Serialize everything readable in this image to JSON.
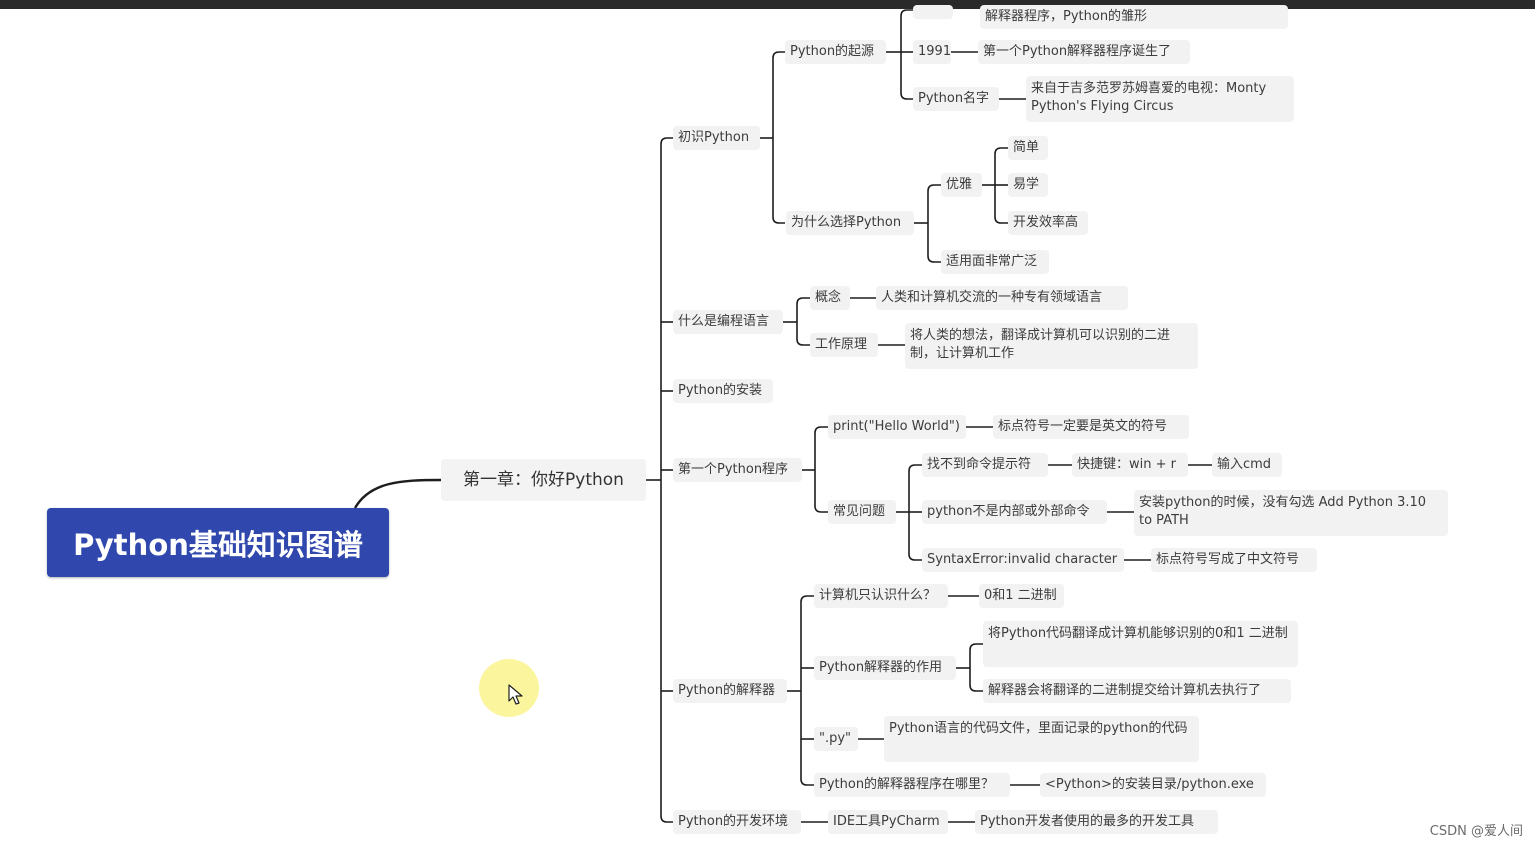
{
  "root": {
    "label": "Python基础知识图谱"
  },
  "chapter": {
    "label": "第一章：你好Python"
  },
  "watermark": "CSDN @爱人间",
  "colors": {
    "root_fill": "#3048ad",
    "node_fill": "#f2f2f2",
    "line": "#1e1e1e",
    "cursor_halo": "#faf48c"
  },
  "nodes": [
    {
      "id": "n-intro",
      "label": "初识Python"
    },
    {
      "id": "n-origin",
      "label": "Python的起源"
    },
    {
      "id": "n-year-top",
      "label": ""
    },
    {
      "id": "n-origin-top",
      "label": "解释器程序，Python的雏形"
    },
    {
      "id": "n-1991",
      "label": "1991"
    },
    {
      "id": "n-1991-desc",
      "label": "第一个Python解释器程序诞生了"
    },
    {
      "id": "n-name",
      "label": "Python名字"
    },
    {
      "id": "n-name-desc",
      "label": "来自于吉多范罗苏姆喜爱的电视：Monty Python's Flying Circus"
    },
    {
      "id": "n-why",
      "label": "为什么选择Python"
    },
    {
      "id": "n-elegant",
      "label": "优雅"
    },
    {
      "id": "n-simple",
      "label": "简单"
    },
    {
      "id": "n-easy",
      "label": "易学"
    },
    {
      "id": "n-efficient",
      "label": "开发效率高"
    },
    {
      "id": "n-wide",
      "label": "适用面非常广泛"
    },
    {
      "id": "n-whatlang",
      "label": "什么是编程语言"
    },
    {
      "id": "n-concept",
      "label": "概念"
    },
    {
      "id": "n-concept-desc",
      "label": "人类和计算机交流的一种专有领域语言"
    },
    {
      "id": "n-principle",
      "label": "工作原理"
    },
    {
      "id": "n-principle-desc",
      "label": "将人类的想法，翻译成计算机可以识别的二进制，让计算机工作"
    },
    {
      "id": "n-install",
      "label": "Python的安装"
    },
    {
      "id": "n-first",
      "label": "第一个Python程序"
    },
    {
      "id": "n-print",
      "label": "print(\"Hello World\")"
    },
    {
      "id": "n-print-desc",
      "label": "标点符号一定要是英文的符号"
    },
    {
      "id": "n-faq",
      "label": "常见问题"
    },
    {
      "id": "n-notfound",
      "label": "找不到命令提示符"
    },
    {
      "id": "n-shortcut",
      "label": "快捷键：win + r"
    },
    {
      "id": "n-cmd",
      "label": "输入cmd"
    },
    {
      "id": "n-notcmd",
      "label": "python不是内部或外部命令"
    },
    {
      "id": "n-notcmd-desc",
      "label": "安装python的时候，没有勾选 Add Python 3.10 to PATH"
    },
    {
      "id": "n-syntax",
      "label": "SyntaxError:invalid character"
    },
    {
      "id": "n-syntax-desc",
      "label": "标点符号写成了中文符号"
    },
    {
      "id": "n-interp",
      "label": "Python的解释器"
    },
    {
      "id": "n-binary-q",
      "label": "计算机只认识什么？"
    },
    {
      "id": "n-binary-a",
      "label": "0和1 二进制"
    },
    {
      "id": "n-interp-role",
      "label": "Python解释器的作用"
    },
    {
      "id": "n-role1",
      "label": "将Python代码翻译成计算机能够识别的0和1 二进制"
    },
    {
      "id": "n-role2",
      "label": "解释器会将翻译的二进制提交给计算机去执行了"
    },
    {
      "id": "n-py",
      "label": "\".py\""
    },
    {
      "id": "n-py-desc",
      "label": "Python语言的代码文件，里面记录的python的代码"
    },
    {
      "id": "n-where",
      "label": "Python的解释器程序在哪里？"
    },
    {
      "id": "n-where-desc",
      "label": "<Python>的安装目录/python.exe"
    },
    {
      "id": "n-ide",
      "label": "Python的开发环境"
    },
    {
      "id": "n-pycharm",
      "label": "IDE工具PyCharm"
    },
    {
      "id": "n-pycharm-desc",
      "label": "Python开发者使用的最多的开发工具"
    }
  ]
}
